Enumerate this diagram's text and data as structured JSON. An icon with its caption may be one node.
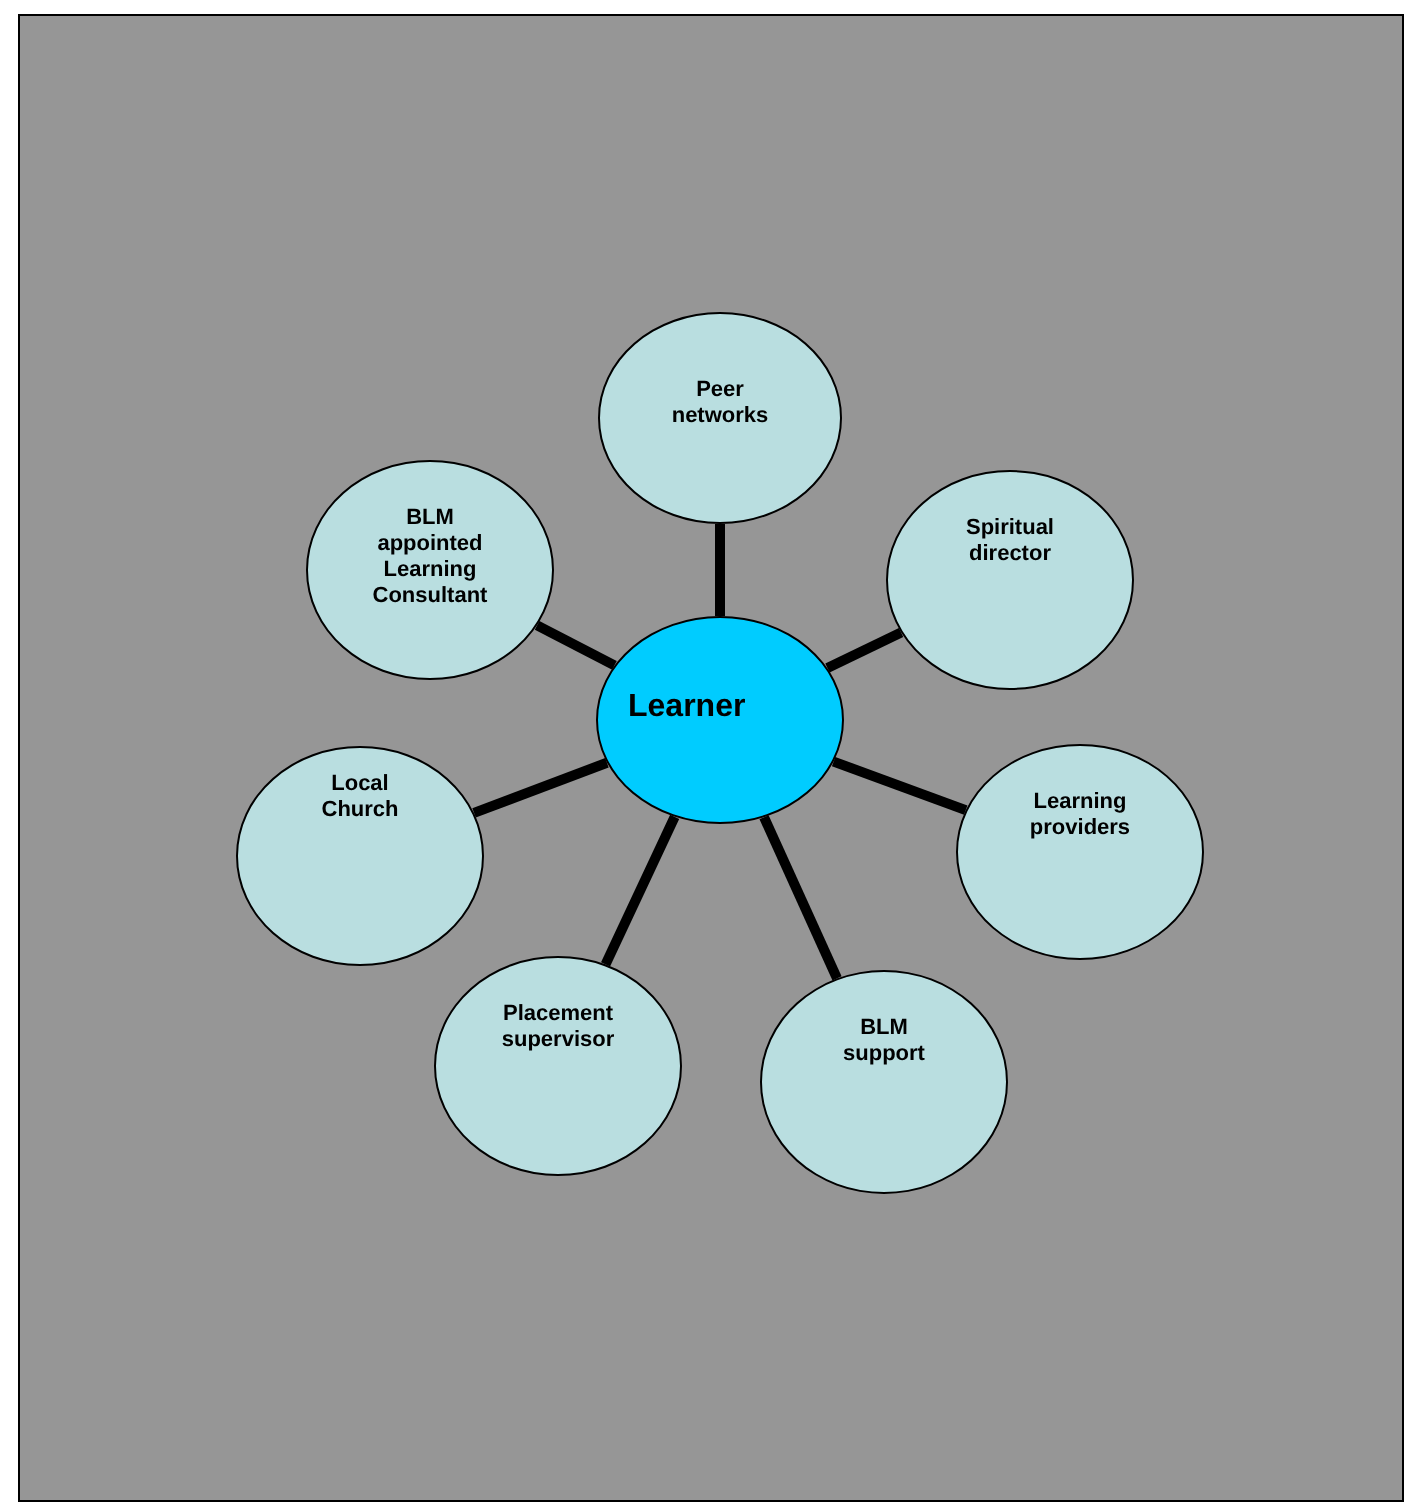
{
  "diagram": {
    "nodes": [
      {
        "text": [
          "Peer networks"
        ]
      },
      {
        "text": [
          "BLM appointed Learning Consultant"
        ]
      },
      {
        "text": [
          "Spiritual director"
        ]
      },
      {
        "text": [
          "Learner"
        ]
      },
      {
        "text": [
          "Local Church"
        ]
      },
      {
        "text": [
          "Learning providers"
        ]
      },
      {
        "text": [
          "Placement supervisor"
        ]
      },
      {
        "text": [
          "BLM support"
        ]
      }
    ],
    "edges": [
      {
        "from": 3,
        "to": 0,
        "arrow": "none"
      },
      {
        "from": 3,
        "to": 1,
        "arrow": "none"
      },
      {
        "from": 3,
        "to": 2,
        "arrow": "none"
      },
      {
        "from": 3,
        "to": 4,
        "arrow": "none"
      },
      {
        "from": 3,
        "to": 5,
        "arrow": "none"
      },
      {
        "from": 3,
        "to": 6,
        "arrow": "none"
      },
      {
        "from": 3,
        "to": 7,
        "arrow": "none"
      }
    ]
  }
}
